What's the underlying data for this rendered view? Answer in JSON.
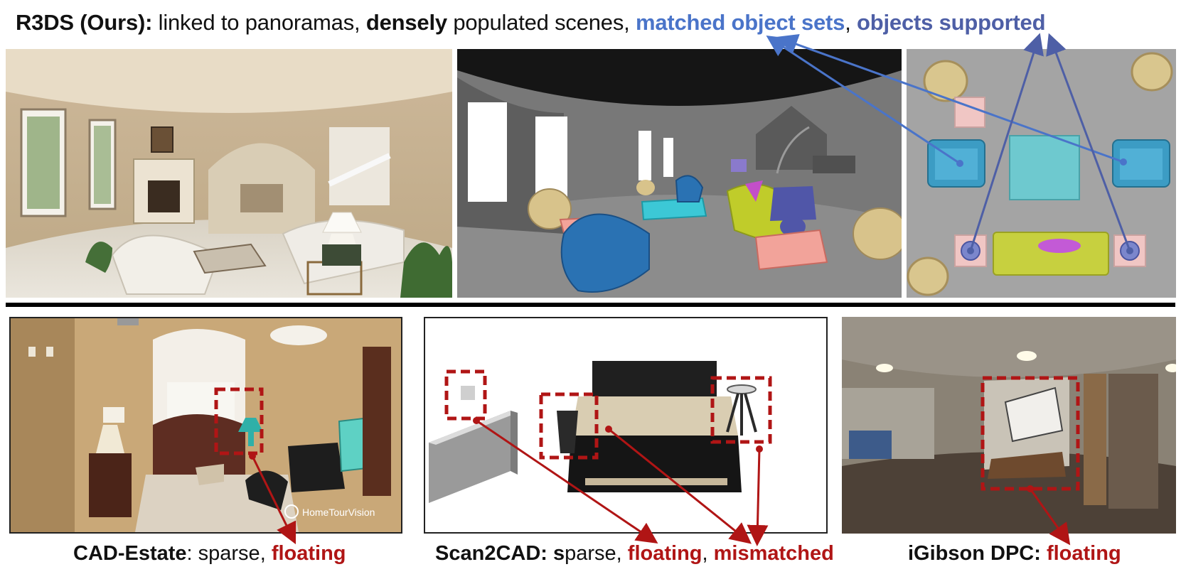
{
  "headline": {
    "prefix": "R3DS (Ours):",
    "part1": " linked to panoramas, ",
    "dense": "densely",
    "part2": " populated scenes, ",
    "matched": "matched object sets",
    "comma": ", ",
    "supported": "objects supported"
  },
  "captions": {
    "cad_estate": {
      "name": "CAD-Estate",
      "sep": ": sparse, ",
      "issue": "floating"
    },
    "scan2cad": {
      "name": "Scan2CAD:",
      "s": " s",
      "rest": "parse, ",
      "issue1": "floating",
      "comma": ", ",
      "issue2": "mismatched"
    },
    "igibson": {
      "name": "iGibson DPC:",
      "sep": " ",
      "issue": "floating"
    }
  },
  "watermark": "HomeTourVision",
  "colors": {
    "matched_blue": "#4a74c9",
    "supported_blue": "#4e5fa6",
    "issue_red": "#b01515"
  }
}
